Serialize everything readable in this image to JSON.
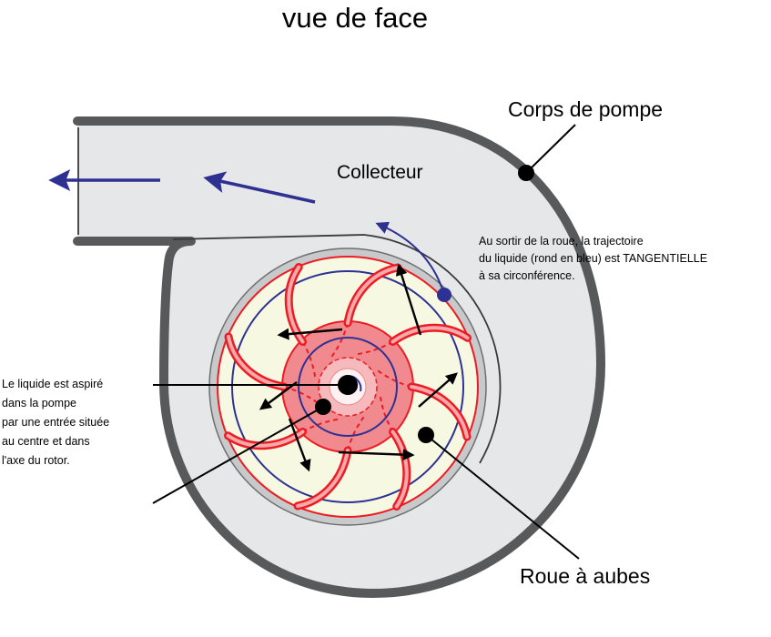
{
  "title": "vue de face",
  "labels": {
    "casing": "Corps de pompe",
    "collector": "Collecteur",
    "impeller": "Roue à aubes"
  },
  "annotations": {
    "tangent": [
      "Au sortir de la roue, la trajectoire",
      "du liquide (rond en bleu) est TANGENTIELLE",
      "à sa circonférence."
    ],
    "inlet": [
      "Le liquide est aspiré",
      "dans la pompe",
      "par une entrée située",
      "au centre et dans",
      "l'axe du rotor."
    ]
  },
  "colors": {
    "casing_fill": "#e6e7e8",
    "casing_stroke": "#58595b",
    "flow_blue": "#2e3192",
    "blade_red": "#ed1c24",
    "hub_pink": "#f08a8f",
    "wheel_cream": "#f6f8e1",
    "arrow_black": "#000000"
  }
}
